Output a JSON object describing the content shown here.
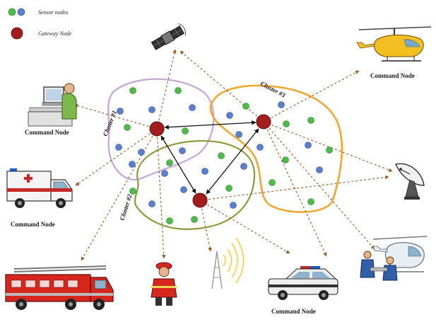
{
  "legend": {
    "sensor": "Sensor nodes",
    "gateway": "Gateway Node"
  },
  "clusters": {
    "c1": "Cluster #1",
    "c2": "Cluster #2",
    "c3": "Cluster #3"
  },
  "command_nodes": {
    "helicopter": "Command Node",
    "computer": "Command Node",
    "ambulance": "Command Node",
    "police_car": "Command Node"
  },
  "colors": {
    "sensor_green": "#4cbb4c",
    "sensor_blue": "#5b7fce",
    "gateway": "#a31d1d",
    "cluster1": "#c7a3d8",
    "cluster2": "#8c9a3a",
    "cluster3": "#f0a830",
    "link": "#9a5a22"
  },
  "icons": [
    "satellite-icon",
    "helicopter-icon",
    "computer-operator-icon",
    "ambulance-icon",
    "fire-truck-icon",
    "firefighter-icon",
    "radio-tower-icon",
    "police-car-icon",
    "medevac-icon",
    "satellite-dish-icon"
  ]
}
